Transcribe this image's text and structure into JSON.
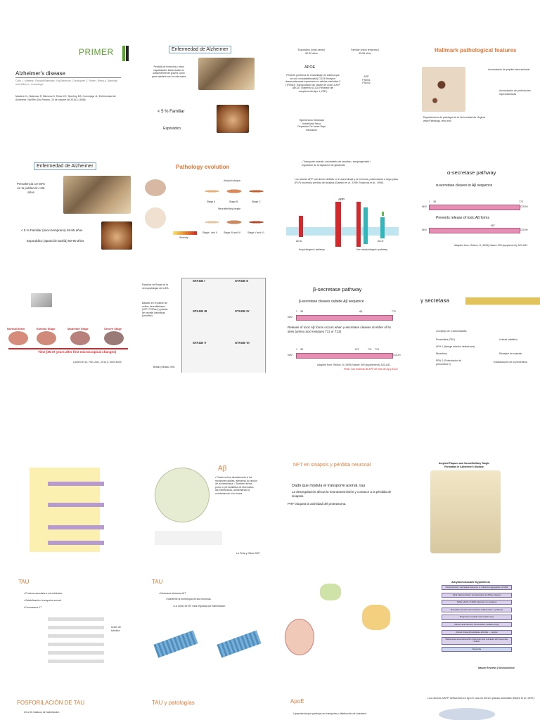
{
  "s1": {
    "title": "PRIMER",
    "subtitle": "Alzheimer's disease",
    "authors": "Colin L. Masters¹, Randall Bateman², Kaj Blennow³, Christopher C. Rowe⁴, Reisa A. Sperling⁵ and Jeffrey L. Cummings⁶",
    "cite": "Masters CL, Bateman R, Blennow K, Rowe CC, Sperling RA, Cummings JL. Enfermedad de Alzheimer. Nat Rev Dis Primers. 15 de octubre de 2015;1:15056."
  },
  "s2": {
    "title": "Enfermedad de Alzheimer",
    "desc": "Pérdida de memoria y otras capacidades intelectuales lo suficientemente graves como para interferir con la vida diaria",
    "familiar": "< 5 % Familiar",
    "esporadico": "Esporádico"
  },
  "s3": {
    "espor": "Esporádico (inicio tardío) 60-90 años",
    "fam": "Familiar (inicio temprano) 45-55 años",
    "apoe": "APOE",
    "genes": "PICALM (proteína de ensamblaje de clatrina que se une a fosfatidilinositol) CD33 Receptor desencadenante expresado en células mieloides 2 (TREM2) Transportador de casete de unión a ATP ABCA7 clusterina (CLU) Receptor del complemento tipo 1 (CR1)",
    "fam_genes": "APP PSEN1 PSEN2",
    "risk": "Hipertensión Obesidad Inactividad física Depresión De fumar Baja educación"
  },
  "s4": {
    "title": "Hallmark pathological features",
    "lab1": "Acumulación de péptido beta-amiloide",
    "lab2": "Acumulación de proteína tau hiperfosforilada",
    "caption": "Departamento de patología de la Universidad de Virginia www.Pathology. virus.edu"
  },
  "s5": {
    "title": "Enfermedad de Alzheimer",
    "prev": "Prevalencia 10-30% en la población >65 años",
    "fam": "< 5 % Familiar (inicio temprano) 45-55 años",
    "esp": "Esporádico (aparición tardía) 60-90 años"
  },
  "s6": {
    "title": "Pathology evolution",
    "plaque": "Amyloid plaque",
    "tangle": "Neurofibrillary tangle",
    "severity": "Severity",
    "stages_a": [
      "Stage A",
      "Stage B",
      "Stage C"
    ],
    "stages_b": [
      "Stage I and II",
      "Stage III and IV",
      "Stage V and VI"
    ]
  },
  "s7": {
    "bullets": "• Transporte axonal • crecimiento de neuritas • sinaptogénesis • regulación de la captación de glutamato",
    "body": "Los ratones APP nulo tienen déficits en el aprendizaje y la memoria, potenciación a largo plazo (PLP) anormal y pérdida de sinapsis (Dawson et al., 1999; Seabrook et al., 1999).",
    "app": "APP",
    "left_label": "Amyloidogenic pathway",
    "right_label": "Non-amyloidogenic pathway",
    "mark_left": "AICD",
    "mark_right": "AICD"
  },
  "s8": {
    "title": "α-secretase pathway",
    "sub": "α-secretase cleaves in Aβ sequence",
    "prevents": "Prevents release of toxic Aβ forms",
    "n1": "1",
    "n38": "38",
    "n770": "770",
    "n687": "687",
    "nh2": "NH2",
    "cooh": "COOH",
    "adapted": "Adapted from: Selkoe, D (1999) Nature 399 (supplement), A23-A31"
  },
  "s9": {
    "normal": "Normal Brain",
    "earliest": "Earliest Stage",
    "moderate": "Moderate Stage",
    "severe": "Severe Stage",
    "time": "Time (35-37 years after first microscopical changes)",
    "cite": "Laurent et al., RSC Adv., 2013,3, 6000-6033"
  },
  "s10": {
    "t1": "Estadios de Braak de la neuropatología de la EA",
    "t2": "Basado en el patrón de ovillos neurofibrilares (NFT, PHFtau) y placas de neuritis distróficas (neuritas)",
    "stages": [
      "STAGE I",
      "STAGE II",
      "STAGE III",
      "STAGE IV",
      "STAGE V",
      "STAGE VI"
    ],
    "cite": "Braak y Braak 1991"
  },
  "s11": {
    "title": "β-secretase pathway",
    "sub": "β-secretase cleaves outside Aβ sequence",
    "release": "Release of toxic Aβ forms occurs when γ-secretase cleaves at either of its sites (amino acid residues 711 or 713)",
    "n1": "1",
    "n38": "38",
    "n770": "770",
    "n671": "671",
    "n711": "711",
    "n713": "713",
    "abeta": "Aβ",
    "nh2": "NH2",
    "cooh": "COOH",
    "adapted": "Adapted from: Selkoe, D (1999) Nature 399 (supplement), A23-A31",
    "note": "Pruitt. Las enzimas de APP de más de Aβ y AICD"
  },
  "s12": {
    "title": "γ secretasa",
    "complex": "Complejo de 4 subunidades:",
    "items": [
      [
        "Presenilina (PS1)",
        "Unidad catalítica"
      ],
      [
        "APH-1 (faringe anterior defectuosa)",
        ""
      ],
      [
        "Nicastrina",
        "Receptor de sustrato"
      ],
      [
        "PEN-2 (Potenciador de presenilina 2)",
        "Estabilización de la presenilina"
      ]
    ]
  },
  "s14": {
    "title": "Aβ",
    "body": "• Puede unirse directamente a los receptores gliales, alterando la función de la membrana. • También forma poros o permeabiliza de bicerrados las membranas, aumentando la conductancia a los iones",
    "cite": "La Ferla y Oddo 2007"
  },
  "s15": {
    "title": "NFT en sinapsis y pérdida neuronal",
    "b1": "Dado que modula el transporte axonal, tau",
    "b2": "La desregulación afecta la neurotransmisión y conduce a la pérdida de sinapsis.",
    "b3": "PHF bloquea la actividad del proteasoma."
  },
  "s16": {
    "title": "Amyloid Plaques and Neurofibrillary Tangle Formation in Alzheimer's Disease"
  },
  "s17": {
    "title": "TAU",
    "b1": "• Proteína asociada a microtúbulos",
    "b2": "• Estabilización, transporte axonal.",
    "b3": "•Cromosoma 17",
    "label": "Unión de tubulina"
  },
  "s18": {
    "title": "TAU",
    "b1": "• Modula la dinámica MT",
    "b2": "• Mantiene la morfología de las neuronas.",
    "b3": "• La unión de MT está regulada por fosforilación."
  },
  "s20": {
    "title": "Amyloid cascade hypothesis",
    "steps": [
      "Overproduction, decreased clearance or enhanced aggregation of Aβ42",
      "Aβ42 oligomerization and deposition as diffuse plaques",
      "Subtle effects of Aβ42 oligomers on synapses",
      "Microglial and astrocytic activation (inflammation, cytokines)",
      "Progressive synaptic and neuritic injury",
      "Altered neuronal ionic homeostasis; oxidative injury",
      "Altered kinase/phosphatase activities → tangles",
      "Widespread neuronal/neuritic dysfunction and cell death with transmitter deficits",
      "Dementia"
    ],
    "source": "Nature Reviews | Neuroscience"
  },
  "s21": {
    "title": "FOSFORILACIÓN DE TAU",
    "b1": "20 a 30 residuos de fosforilación"
  },
  "s22": {
    "title": "TAU y patologías"
  },
  "s23": {
    "title": "ApoE",
    "b1": "Lipoproteína que participa en transporte y distribución de colesterol"
  },
  "s24": {
    "b1": "Los ratones hAPP deficientes en Apo E casi no tienen placas amiloides (Bales et al. 1997)."
  }
}
